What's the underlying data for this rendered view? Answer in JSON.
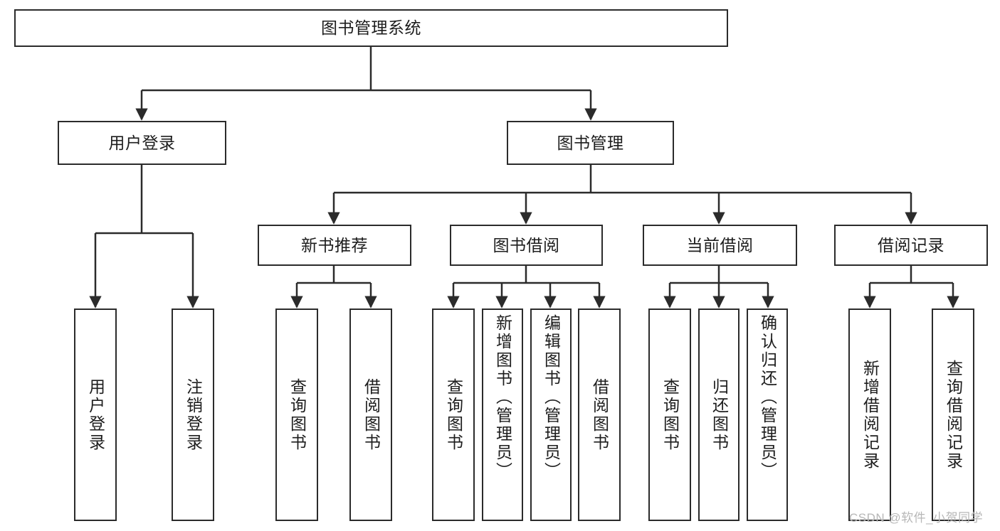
{
  "diagram": {
    "type": "tree-hierarchy-chart",
    "title": "图书管理系统",
    "stroke_color": "#2b2b2b",
    "fill_color": "#ffffff",
    "text_color": "#1d1d1d",
    "root": {
      "label": "图书管理系统"
    },
    "level1": [
      {
        "label": "用户登录"
      },
      {
        "label": "图书管理"
      }
    ],
    "level2": [
      {
        "label": "新书推荐"
      },
      {
        "label": "图书借阅"
      },
      {
        "label": "当前借阅"
      },
      {
        "label": "借阅记录"
      }
    ],
    "leaves": {
      "user_login": [
        {
          "label": "用户登录"
        },
        {
          "label": "注销登录"
        }
      ],
      "new_book_recommend": [
        {
          "label": "查询图书"
        },
        {
          "label": "借阅图书"
        }
      ],
      "book_borrow": [
        {
          "label": "查询图书"
        },
        {
          "label": "新增图书（管理员）"
        },
        {
          "label": "编辑图书（管理员）"
        },
        {
          "label": "借阅图书"
        }
      ],
      "current_borrow": [
        {
          "label": "查询图书"
        },
        {
          "label": "归还图书"
        },
        {
          "label": "确认归还（管理员）"
        }
      ],
      "borrow_record": [
        {
          "label": "新增借阅记录"
        },
        {
          "label": "查询借阅记录"
        }
      ]
    }
  },
  "watermark": {
    "text": "CSDN @软件_小贺同学"
  }
}
